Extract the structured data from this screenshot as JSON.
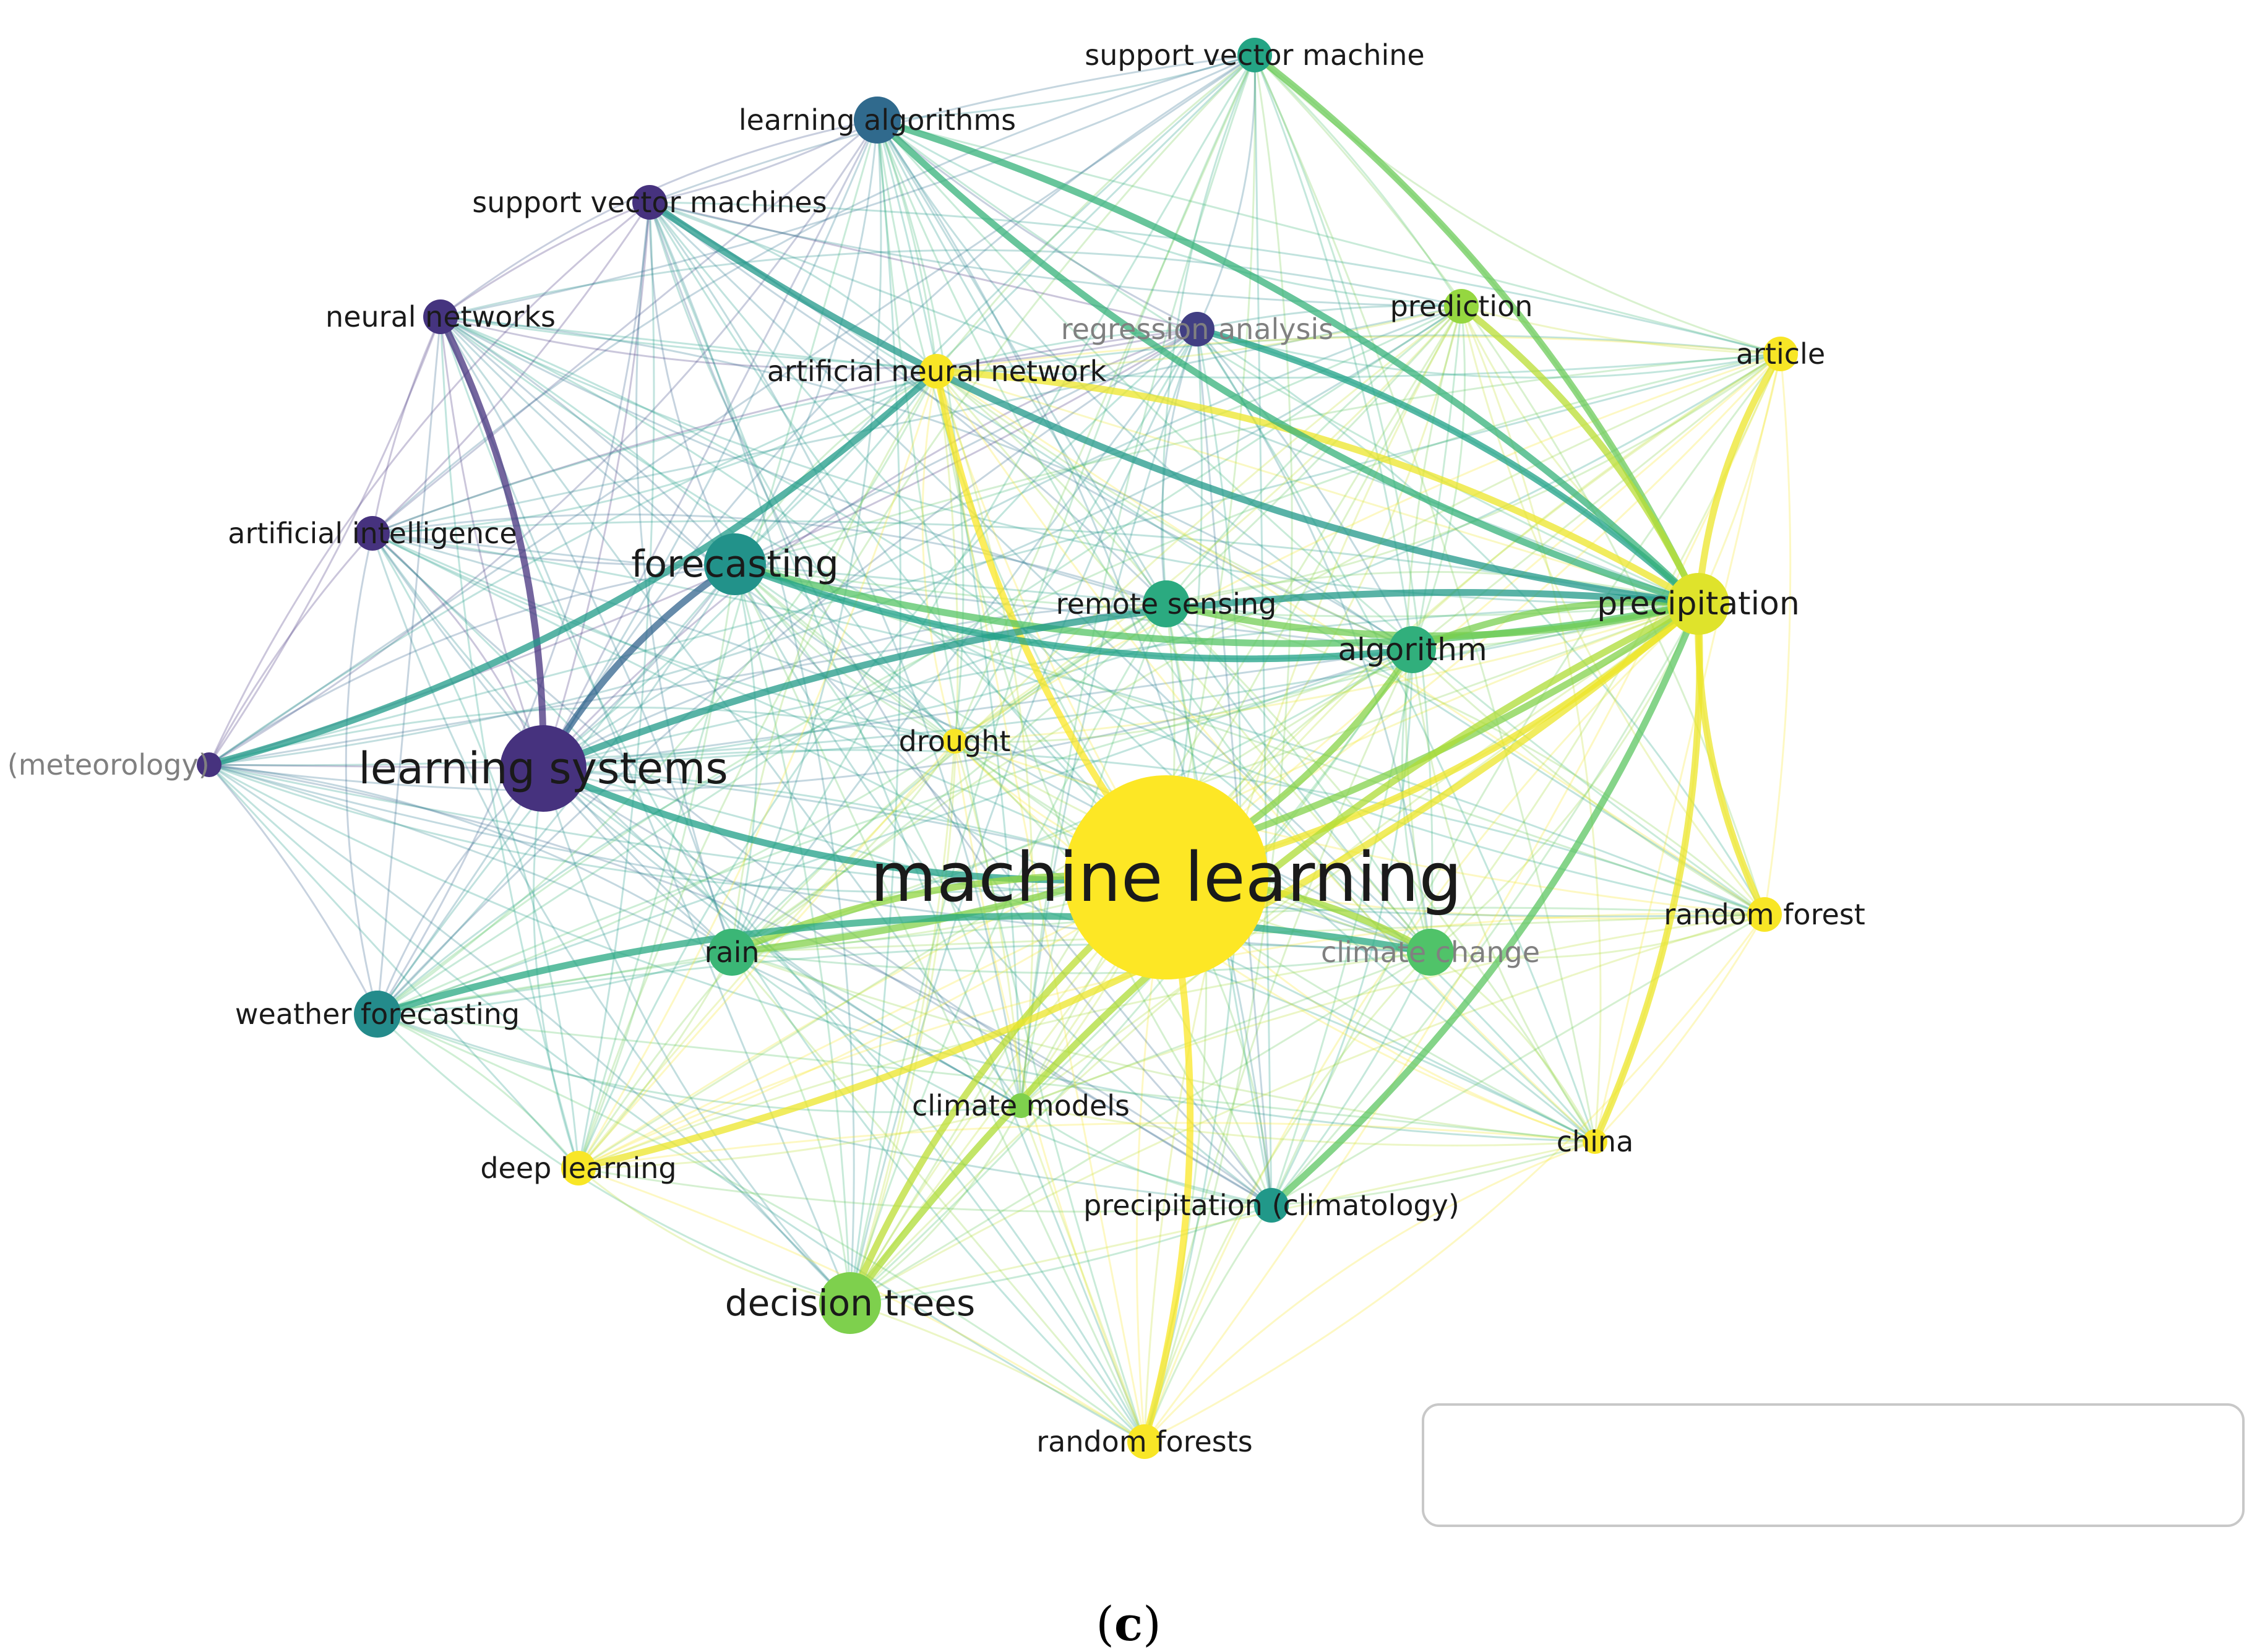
{
  "nodes": [
    {
      "id": "machine_learning",
      "label": "machine learning",
      "year": 2019.56,
      "size": "huge"
    },
    {
      "id": "learning_systems",
      "label": "learning systems",
      "year": 2018.42,
      "size": "large"
    },
    {
      "id": "forecasting",
      "label": "forecasting",
      "year": 2018.92,
      "size": "medium"
    },
    {
      "id": "precipitation",
      "label": "precipitation",
      "year": 2019.5,
      "size": "medium"
    },
    {
      "id": "decision_trees",
      "label": "decision trees",
      "year": 2019.3,
      "size": "medium"
    },
    {
      "id": "algorithm",
      "label": "algorithm",
      "year": 2019.08,
      "size": "small"
    },
    {
      "id": "remote_sensing",
      "label": "remote sensing",
      "year": 2019.05,
      "size": "small"
    },
    {
      "id": "rain",
      "label": "rain",
      "year": 2019.12,
      "size": "small"
    },
    {
      "id": "climate_change",
      "label": "climate change",
      "year": 2019.2,
      "size": "small"
    },
    {
      "id": "weather_forecasting",
      "label": "weather forecasting",
      "year": 2018.88,
      "size": "small"
    },
    {
      "id": "learning_algorithms",
      "label": "learning algorithms",
      "year": 2018.7,
      "size": "small"
    },
    {
      "id": "support_vector_machine",
      "label": "support vector machine",
      "year": 2019.02,
      "size": "xsmall"
    },
    {
      "id": "support_vector_machines",
      "label": "support vector machines",
      "year": 2018.4,
      "size": "xsmall"
    },
    {
      "id": "neural_networks",
      "label": "neural networks",
      "year": 2018.45,
      "size": "xsmall"
    },
    {
      "id": "artificial_intelligence",
      "label": "artificial intelligence",
      "year": 2018.42,
      "size": "xsmall"
    },
    {
      "id": "precipitation_meteorology",
      "label": "precipitation (meteorology)",
      "year": 2018.38,
      "size": "tiny"
    },
    {
      "id": "regression_analysis",
      "label": "regression analysis",
      "year": 2018.5,
      "size": "xsmall"
    },
    {
      "id": "artificial_neural_network",
      "label": "artificial neural network",
      "year": 2019.55,
      "size": "xsmall"
    },
    {
      "id": "prediction",
      "label": "prediction",
      "year": 2019.35,
      "size": "xsmall"
    },
    {
      "id": "article",
      "label": "article",
      "year": 2019.55,
      "size": "xsmall"
    },
    {
      "id": "drought",
      "label": "drought",
      "year": 2019.55,
      "size": "tiny"
    },
    {
      "id": "random_forest",
      "label": "random forest",
      "year": 2019.55,
      "size": "xsmall"
    },
    {
      "id": "climate_models",
      "label": "climate models",
      "year": 2019.3,
      "size": "tiny"
    },
    {
      "id": "china",
      "label": "china",
      "year": 2019.55,
      "size": "tiny"
    },
    {
      "id": "deep_learning",
      "label": "deep learning",
      "year": 2019.55,
      "size": "xsmall"
    },
    {
      "id": "precipitation_climatology",
      "label": "precipitation (climatology)",
      "year": 2018.95,
      "size": "xsmall"
    },
    {
      "id": "random_forests",
      "label": "random forests",
      "year": 2019.55,
      "size": "xsmall"
    }
  ],
  "strong_links": [
    [
      "machine_learning",
      "precipitation"
    ],
    [
      "machine_learning",
      "learning_systems"
    ],
    [
      "machine_learning",
      "decision_trees"
    ],
    [
      "machine_learning",
      "random_forests"
    ],
    [
      "machine_learning",
      "rain"
    ],
    [
      "machine_learning",
      "climate_change"
    ],
    [
      "machine_learning",
      "algorithm"
    ],
    [
      "machine_learning",
      "artificial_neural_network"
    ],
    [
      "precipitation",
      "artificial_neural_network"
    ],
    [
      "precipitation",
      "article"
    ],
    [
      "precipitation",
      "random_forest"
    ],
    [
      "precipitation",
      "china"
    ],
    [
      "precipitation",
      "support_vector_machine"
    ],
    [
      "precipitation",
      "learning_algorithms"
    ],
    [
      "precipitation",
      "prediction"
    ],
    [
      "precipitation",
      "rain"
    ],
    [
      "precipitation",
      "decision_trees"
    ],
    [
      "precipitation",
      "forecasting"
    ],
    [
      "precipitation",
      "learning_systems"
    ],
    [
      "precipitation",
      "deep_learning"
    ],
    [
      "precipitation",
      "regression_analysis"
    ],
    [
      "precipitation",
      "remote_sensing"
    ],
    [
      "precipitation",
      "algorithm"
    ],
    [
      "precipitation",
      "precipitation_climatology"
    ],
    [
      "learning_systems",
      "neural_networks"
    ],
    [
      "learning_systems",
      "forecasting"
    ],
    [
      "forecasting",
      "algorithm"
    ],
    [
      "weather_forecasting",
      "climate_change"
    ],
    [
      "precipitation_meteorology",
      "artificial_neural_network"
    ],
    [
      "learning_algorithms",
      "precipitation"
    ],
    [
      "support_vector_machines",
      "precipitation"
    ]
  ],
  "legend": {
    "ticks": [
      "2018.6",
      "2018.8",
      "2019.0",
      "2019.2",
      "2019.4"
    ],
    "range": [
      2018.44,
      2019.56
    ],
    "gradient": [
      "#46327e",
      "#365c8d",
      "#277f8e",
      "#1fa187",
      "#4ac16d",
      "#a0da39",
      "#fde725"
    ]
  },
  "caption": {
    "open": "(",
    "letter": "c",
    "close": ")"
  }
}
